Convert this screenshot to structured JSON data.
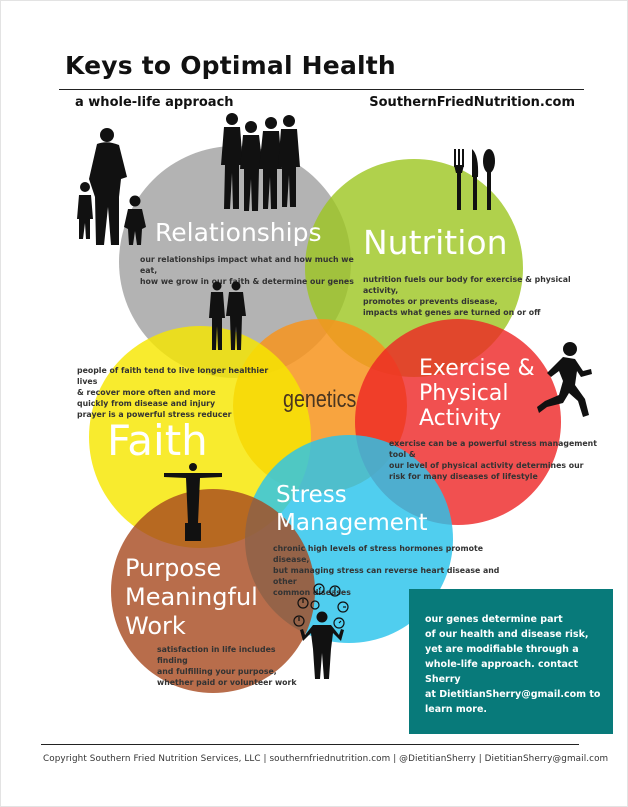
{
  "header": {
    "title": "Keys to Optimal Health",
    "subtitle": "a whole-life approach",
    "site": "SouthernFriedNutrition.com"
  },
  "circles": {
    "relationships": {
      "label": "Relationships",
      "text_lines": [
        "our relationships impact what and how much we eat,",
        "how we grow in our faith & determine our genes"
      ],
      "color": "#969696"
    },
    "nutrition": {
      "label": "Nutrition",
      "text_lines": [
        "nutrition fuels our body for exercise & physical activity,",
        "promotes or prevents disease,",
        "impacts what genes are turned on or off"
      ],
      "color": "#9cc61f"
    },
    "genetics": {
      "label": "genetics",
      "color": "#f7941d"
    },
    "faith": {
      "label": "Faith",
      "text_lines": [
        "people of faith tend to live longer healthier lives",
        "& recover more often and more",
        "quickly from disease and injury",
        "prayer is a powerful stress reducer"
      ],
      "color": "#f6e700"
    },
    "exercise": {
      "label_lines": [
        "Exercise &",
        "Physical",
        "Activity"
      ],
      "text_lines": [
        "exercise can be a powerful stress management tool &",
        "our level of physical activity determines our",
        "risk for many diseases of lifestyle"
      ],
      "color": "#ee2424"
    },
    "stress": {
      "label_lines": [
        "Stress",
        "Management"
      ],
      "text_lines": [
        "chronic high levels of stress hormones promote disease,",
        "but managing stress can reverse heart disease and other",
        "common diseases"
      ],
      "color": "#29c3ec"
    },
    "purpose": {
      "label_lines": [
        "Purpose",
        "Meaningful",
        "Work"
      ],
      "text_lines": [
        "satisfaction in life includes finding",
        "and fulfilling your purpose,",
        "whether paid or volunteer work"
      ],
      "color": "#a6481e"
    }
  },
  "callout": {
    "lines": [
      "our genes determine part",
      "of our health and disease risk,",
      "yet are modifiable through a",
      "whole-life approach. contact Sherry",
      "at DietitianSherry@gmail.com to",
      "learn more."
    ],
    "color": "#087a7a"
  },
  "footer": {
    "text": "Copyright Southern Fried Nutrition Services, LLC | southernfriednutrition.com | @DietitianSherry | DietitianSherry@gmail.com"
  },
  "icons": [
    "family-silhouette-icon",
    "group-silhouette-icon",
    "couple-silhouette-icon",
    "fork-knife-spoon-icon",
    "runner-icon",
    "christ-statue-icon",
    "juggling-clocks-businessman-icon"
  ]
}
